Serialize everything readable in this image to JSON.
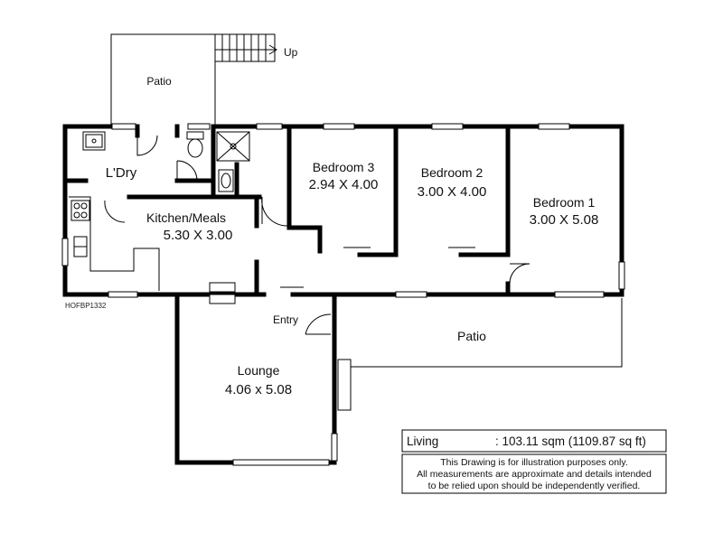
{
  "plan": {
    "code": "HOFBP1332",
    "stair_label": "Up",
    "rooms": {
      "patio_top": {
        "name": "Patio"
      },
      "laundry": {
        "name": "L'Dry"
      },
      "kitchen": {
        "name": "Kitchen/Meals",
        "size": "5.30 X 3.00"
      },
      "bedroom3": {
        "name": "Bedroom 3",
        "size": "2.94 X 4.00"
      },
      "bedroom2": {
        "name": "Bedroom 2",
        "size": "3.00 X 4.00"
      },
      "bedroom1": {
        "name": "Bedroom 1",
        "size": "3.00 X 5.08"
      },
      "entry": {
        "name": "Entry"
      },
      "patio_right": {
        "name": "Patio"
      },
      "lounge": {
        "name": "Lounge",
        "size": "4.06 x 5.08"
      }
    }
  },
  "info": {
    "living_label": "Living",
    "living_value": ": 103.11 sqm  (1109.87 sq ft)",
    "disclaimer": [
      "This Drawing is for illustration purposes only.",
      "All measurements are approximate and details intended",
      "to be relied upon should be independently verified."
    ]
  }
}
